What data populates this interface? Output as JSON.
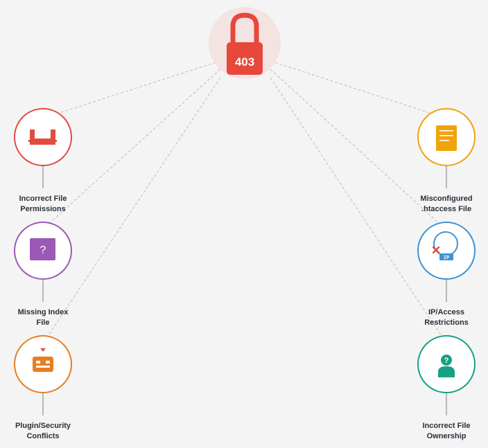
{
  "center": {
    "text": "403",
    "icon": "padlock-icon",
    "color": "#e8473b"
  },
  "causes": [
    {
      "id": "permissions",
      "line1": "Incorrect File",
      "line2": "Permissions",
      "icon": "folder-lock-icon",
      "color": "#e24c3f",
      "side": "left"
    },
    {
      "id": "index",
      "line1": "Missing Index",
      "line2": "File",
      "icon": "question-document-icon",
      "color": "#9a59b5",
      "side": "left"
    },
    {
      "id": "plugin",
      "line1": "Plugin/Security",
      "line2": "Conflicts",
      "icon": "plugin-icon",
      "color": "#e67e22",
      "side": "left"
    },
    {
      "id": "htaccess",
      "line1": "Misconfigured",
      "line2": ".htaccess File",
      "icon": "config-file-icon",
      "color": "#f0a30a",
      "side": "right"
    },
    {
      "id": "ip",
      "line1": "IP/Access",
      "line2": "Restrictions",
      "icon": "ip-block-icon",
      "color": "#3c93d5",
      "side": "right",
      "badge": "IP"
    },
    {
      "id": "ownership",
      "line1": "Incorrect File",
      "line2": "Ownership",
      "icon": "user-question-icon",
      "color": "#16a085",
      "side": "right",
      "mark": "?"
    }
  ],
  "index_mark": "?"
}
